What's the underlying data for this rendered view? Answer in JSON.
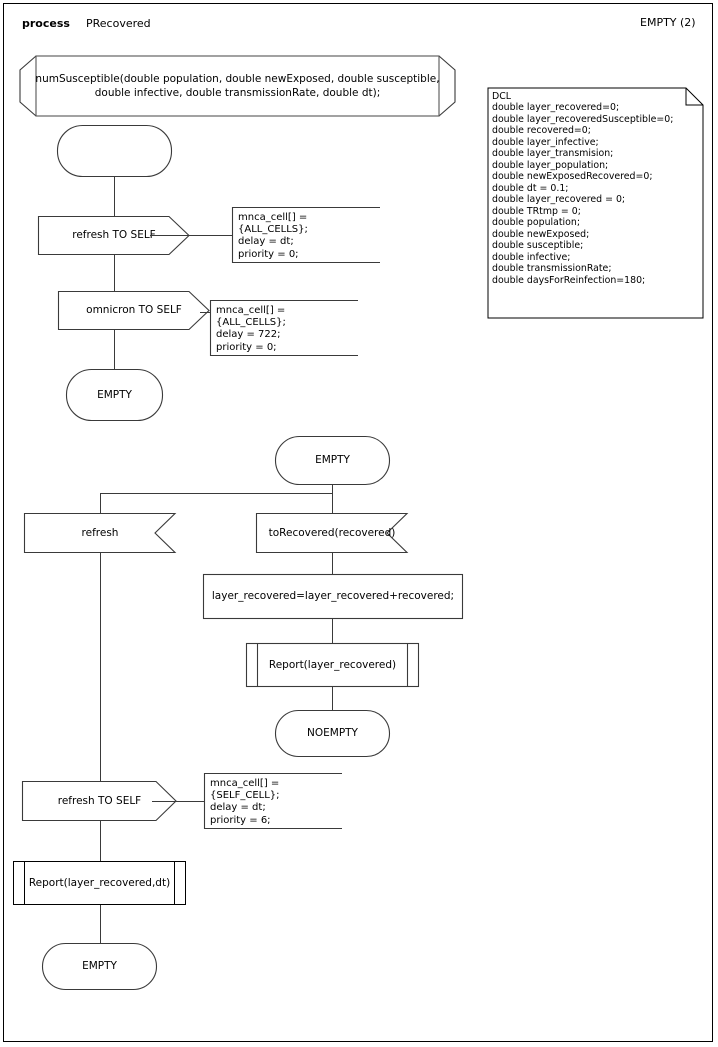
{
  "header": {
    "kind_label": "process",
    "process_name": "PRecovered",
    "page_label": "EMPTY (2)"
  },
  "declaration_block": {
    "name": "DCL",
    "title": "DCL",
    "lines": [
      "double layer_recovered=0;",
      "double layer_recoveredSusceptible=0;",
      "double recovered=0;",
      "double layer_infective;",
      "double layer_transmision;",
      "double layer_population;",
      "double newExposedRecovered=0;",
      "double dt = 0.1;",
      "double layer_recovered = 0;",
      "double TRtmp = 0;",
      "double population;",
      "double newExposed;",
      "double susceptible;",
      "double infective;",
      "double transmissionRate;",
      "double daysForReinfection=180;"
    ],
    "text": "DCL\ndouble layer_recovered=0;\ndouble layer_recoveredSusceptible=0;\ndouble recovered=0;\ndouble layer_infective;\ndouble layer_transmision;\ndouble layer_population;\ndouble newExposedRecovered=0;\ndouble dt = 0.1;\ndouble layer_recovered = 0;\ndouble TRtmp = 0;\ndouble population;\ndouble newExposed;\ndouble susceptible;\ndouble infective;\ndouble transmissionRate;\ndouble daysForReinfection=180;"
  },
  "procedure_header": {
    "text": "numSusceptible(double population, double newExposed, double susceptible,\ndouble infective, double transmissionRate, double dt);"
  },
  "branch_a": {
    "start_state": {
      "text": ""
    },
    "output_refresh": {
      "text": "refresh TO SELF"
    },
    "output_refresh_note": {
      "text": "mnca_cell[] = {ALL_CELLS};\ndelay = dt;\npriority = 0;"
    },
    "output_omnicron": {
      "text": "omnicron TO SELF"
    },
    "output_omnicron_note": {
      "text": "mnca_cell[] = {ALL_CELLS};\ndelay = 722;\npriority = 0;"
    },
    "end_state": {
      "text": "EMPTY"
    }
  },
  "branch_b": {
    "state_empty": {
      "text": "EMPTY"
    },
    "input_refresh": {
      "text": "refresh"
    },
    "input_to_recovered": {
      "text": "toRecovered(recovered)"
    },
    "task_accumulate": {
      "text": "layer_recovered=layer_recovered+recovered;"
    },
    "procedure_report": {
      "text": "Report(layer_recovered)"
    },
    "state_noempty": {
      "text": "NOEMPTY"
    },
    "output_refresh_self": {
      "text": "refresh TO SELF"
    },
    "output_refresh_self_note": {
      "text": "mnca_cell[] = {SELF_CELL};\ndelay = dt;\npriority = 6;"
    },
    "procedure_report_dt": {
      "text": "Report(layer_recovered,dt)"
    },
    "state_empty_end": {
      "text": "EMPTY"
    }
  },
  "colors": {
    "stroke": "#3a3a3a",
    "stroke_dark": "#000000",
    "background": "#ffffff"
  }
}
